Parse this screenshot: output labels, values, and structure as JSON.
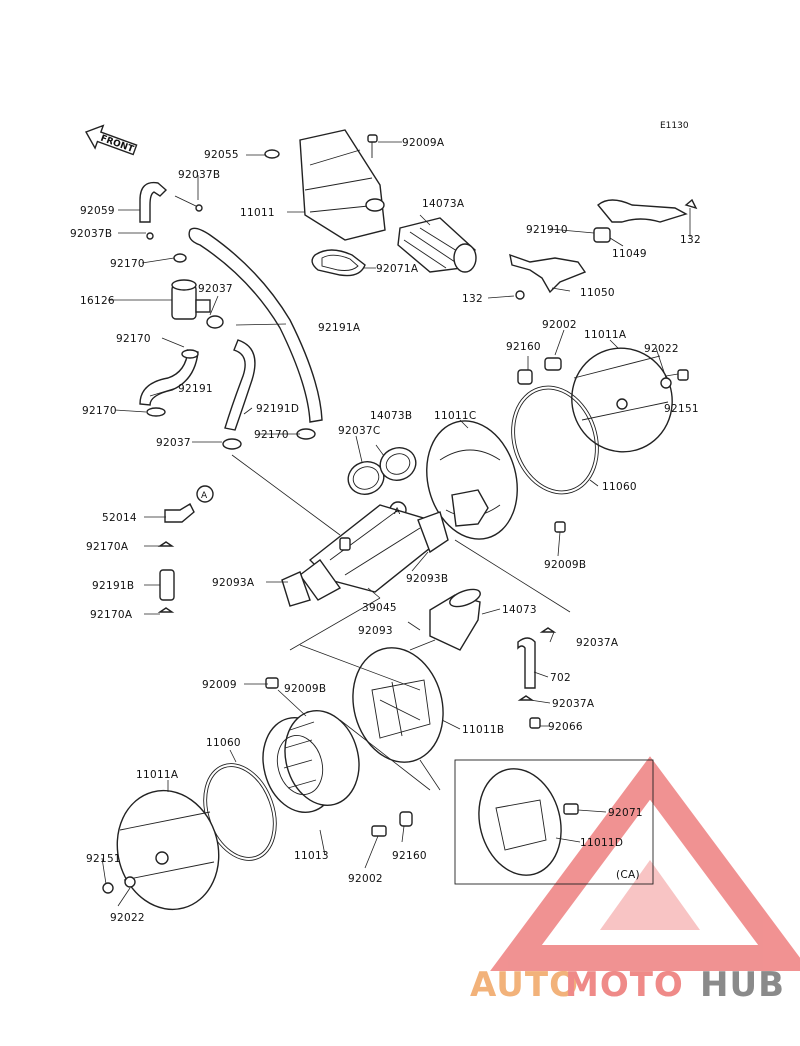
{
  "diagram_code": "E1130",
  "front_label": "FRONT",
  "circle_marker": "A",
  "variant_label": "(CA)",
  "labels": {
    "p92009A": "92009A",
    "p92055": "92055",
    "p92037B_top": "92037B",
    "p11011": "11011",
    "p14073A": "14073A",
    "p92059": "92059",
    "p92037B_left": "92037B",
    "p92071A": "92071A",
    "p921910": "921910",
    "p11049": "11049",
    "p132_right": "132",
    "p92170_a": "92170",
    "p16126": "16126",
    "p92037_a": "92037",
    "p132_left": "132",
    "p11050": "11050",
    "p92191A": "92191A",
    "p92002_top": "92002",
    "p11011A_top": "11011A",
    "p92170_b": "92170",
    "p92160_top": "92160",
    "p92022_top": "92022",
    "p92191": "92191",
    "p92151_top": "92151",
    "p92170_c": "92170",
    "p92191D": "92191D",
    "p14073B": "14073B",
    "p11011C": "11011C",
    "p92037C": "92037C",
    "p92037_b": "92037",
    "p92170_d": "92170",
    "p11060_top": "11060",
    "p52014": "52014",
    "p92170A_a": "92170A",
    "p92009B_mid": "92009B",
    "p92191B": "92191B",
    "p92093B": "92093B",
    "p92093A": "92093A",
    "p92170A_b": "92170A",
    "p39045": "39045",
    "p14073": "14073",
    "p92093": "92093",
    "p92037A_a": "92037A",
    "p702": "702",
    "p92009": "92009",
    "p92009B_low": "92009B",
    "p92037A_b": "92037A",
    "p11011B": "11011B",
    "p92066": "92066",
    "p11060_low": "11060",
    "p11011A_low": "11011A",
    "p92071": "92071",
    "p11011D": "11011D",
    "p11013": "11013",
    "p92160_low": "92160",
    "p92151_low": "92151",
    "p92002_low": "92002",
    "p92022_low": "92022"
  },
  "watermark": {
    "part1": "AUTO",
    "part2": "MOTO",
    "part3": "HUB",
    "colors": {
      "auto": "#f2b27a",
      "moto": "#ef8a88",
      "hub": "#8a8a8a",
      "triangle": "#ee7f7f"
    }
  }
}
